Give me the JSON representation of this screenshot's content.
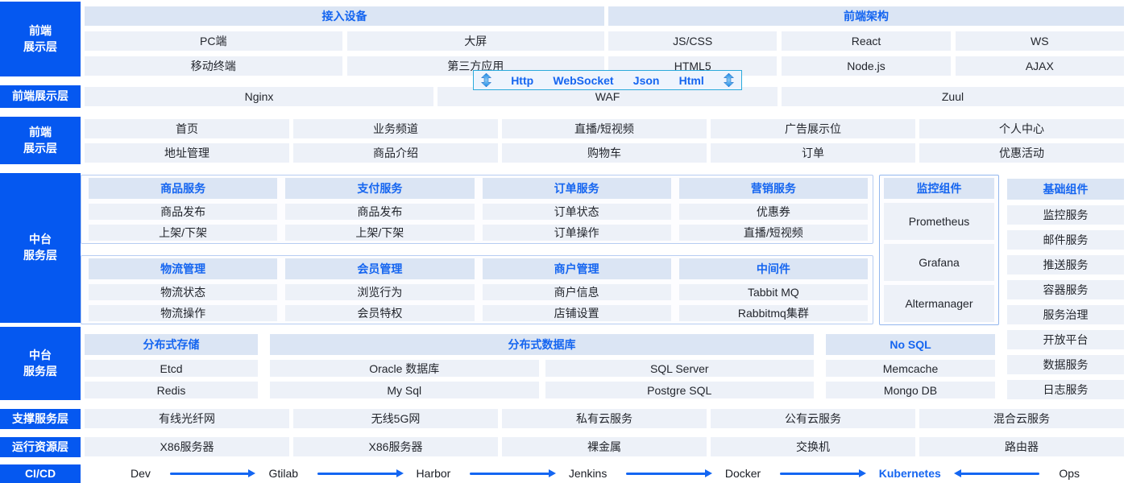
{
  "sidebar": {
    "items": [
      {
        "label": "前端\n展示层"
      },
      {
        "label": "前端展示层"
      },
      {
        "label": "前端\n展示层"
      },
      {
        "label": "中台\n服务层"
      },
      {
        "label": "中台\n服务层"
      },
      {
        "label": "支撑服务层"
      },
      {
        "label": "运行资源层"
      },
      {
        "label": "CI/CD"
      }
    ]
  },
  "access_devices": {
    "title": "接入设备",
    "cells": [
      [
        "PC端",
        "大屏"
      ],
      [
        "移动终端",
        "第三方应用"
      ]
    ]
  },
  "frontend_arch": {
    "title": "前端架构",
    "cells": [
      [
        "JS/CSS",
        "React",
        "WS"
      ],
      [
        "HTML5",
        "Node.js",
        "AJAX"
      ]
    ]
  },
  "protocol_bar": {
    "labels": [
      "Http",
      "WebSocket",
      "Json",
      "Html"
    ]
  },
  "gateway": {
    "cells": [
      "Nginx",
      "WAF",
      "Zuul"
    ]
  },
  "pages": {
    "cells": [
      [
        "首页",
        "业务频道",
        "直播/短视频",
        "广告展示位",
        "个人中心"
      ],
      [
        "地址管理",
        "商品介绍",
        "购物车",
        "订单",
        "优惠活动"
      ]
    ]
  },
  "services_row1": {
    "groups": [
      {
        "title": "商品服务",
        "items": [
          "商品发布",
          "上架/下架"
        ]
      },
      {
        "title": "支付服务",
        "items": [
          "商品发布",
          "上架/下架"
        ]
      },
      {
        "title": "订单服务",
        "items": [
          "订单状态",
          "订单操作"
        ]
      },
      {
        "title": "营销服务",
        "items": [
          "优惠券",
          "直播/短视频"
        ]
      }
    ]
  },
  "services_row2": {
    "groups": [
      {
        "title": "物流管理",
        "items": [
          "物流状态",
          "物流操作"
        ]
      },
      {
        "title": "会员管理",
        "items": [
          "浏览行为",
          "会员特权"
        ]
      },
      {
        "title": "商户管理",
        "items": [
          "商户信息",
          "店铺设置"
        ]
      },
      {
        "title": "中间件",
        "items": [
          "Tabbit MQ",
          "Rabbitmq集群"
        ]
      }
    ]
  },
  "monitor": {
    "title": "监控组件",
    "items": [
      "Prometheus",
      "Grafana",
      "Altermanager"
    ]
  },
  "base_components": {
    "title": "基础组件",
    "items": [
      "监控服务",
      "邮件服务",
      "推送服务",
      "容器服务",
      "服务治理",
      "开放平台",
      "数据服务",
      "日志服务"
    ]
  },
  "storage": {
    "title": "分布式存储",
    "items": [
      "Etcd",
      "Redis"
    ]
  },
  "database": {
    "title": "分布式数据库",
    "columns": [
      [
        "Oracle 数据库",
        "My Sql"
      ],
      [
        "SQL Server",
        "Postgre SQL"
      ]
    ]
  },
  "nosql": {
    "title": "No SQL",
    "items": [
      "Memcache",
      "Mongo DB"
    ]
  },
  "support": {
    "cells": [
      "有线光纤网",
      "无线5G网",
      "私有云服务",
      "公有云服务",
      "混合云服务"
    ]
  },
  "resources": {
    "cells": [
      "X86服务器",
      "X86服务器",
      "裸金属",
      "交换机",
      "路由器"
    ]
  },
  "cicd": {
    "nodes": [
      "Dev",
      "Gtilab",
      "Harbor",
      "Jenkins",
      "Docker",
      "Kubernetes",
      "Ops"
    ],
    "highlighted_node": "Kubernetes"
  },
  "colors": {
    "sidebar_blue": "#0558f0",
    "header_bg": "#dbe5f4",
    "cell_bg": "#edf1f8",
    "header_text_blue": "#1565f0",
    "group_border": "#b7cdf2",
    "overlay_border_cyan": "#2baadc",
    "arrow_blue": "#1466f2"
  }
}
